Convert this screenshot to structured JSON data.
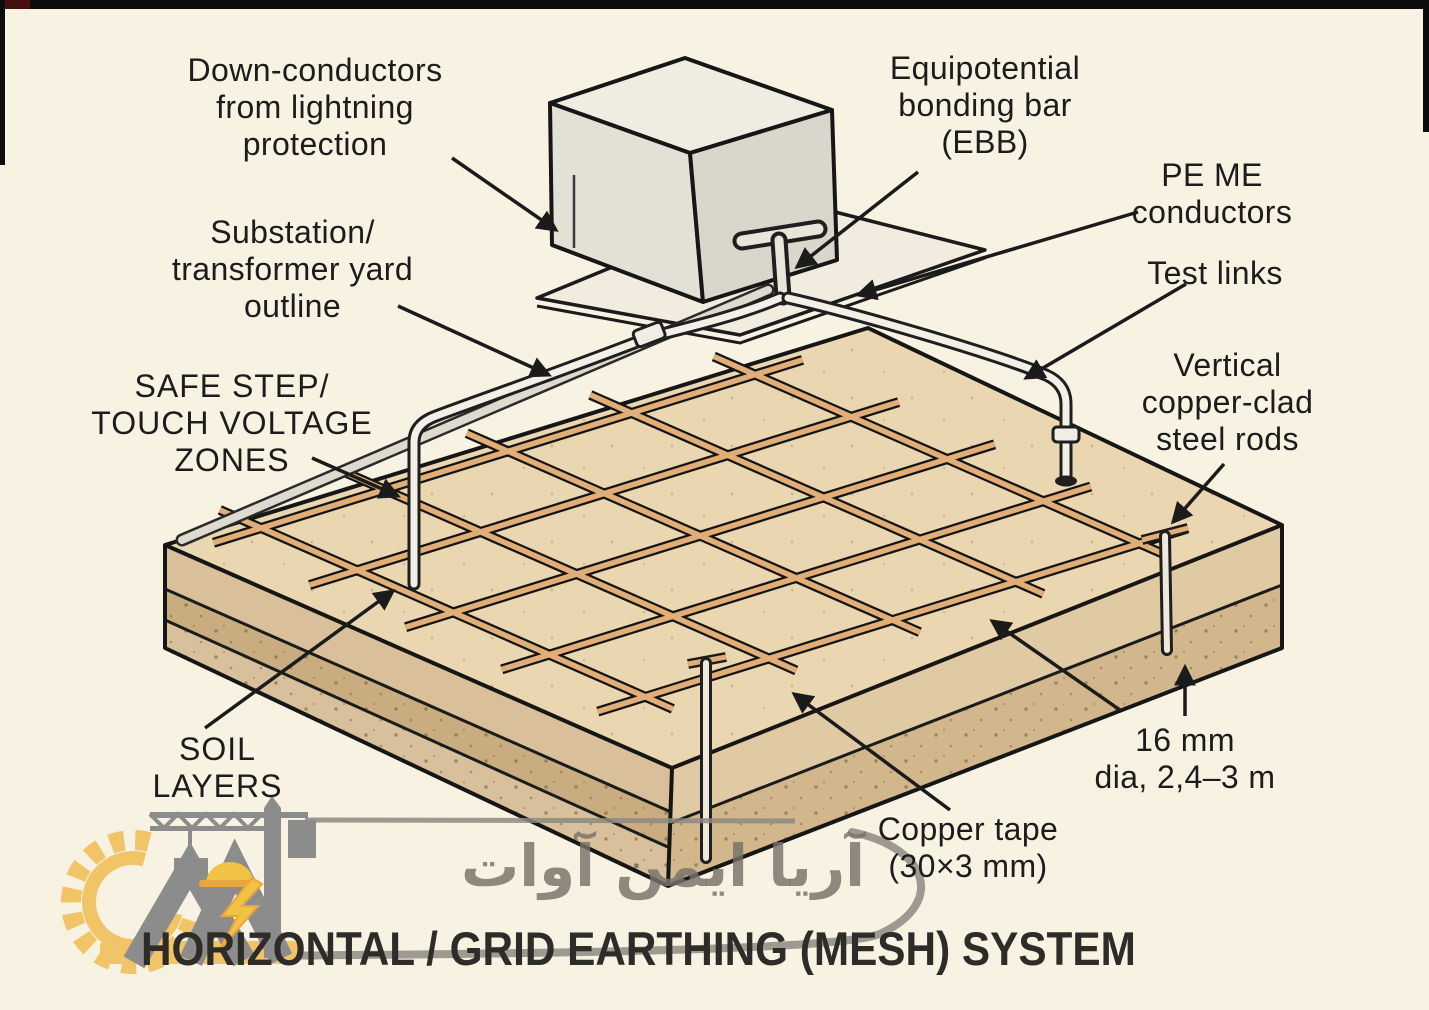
{
  "title": {
    "text": "HORIZONTAL / GRID EARTHING (MESH) SYSTEM"
  },
  "labels": {
    "down_conductors": "Down-conductors\nfrom lightning\nprotection",
    "substation_outline": "Substation/\ntransformer yard\noutline",
    "safe_step": "SAFE STEP/\nTOUCH VOLTAGE\nZONES",
    "soil_layers": "SOIL\nLAYERS",
    "equipotential": "Equipotential\nbonding bar\n(EBB)",
    "pe_me": "PE ME\nconductors",
    "test_links": "Test links",
    "vertical_rods": "Vertical\ncopper-clad\nsteel rods",
    "rod_dimensions": "16 mm\ndia, 2,4–3 m",
    "copper_tape": "Copper tape\n(30×3 mm)"
  },
  "watermark": {
    "brand_text": "آریا ایمن آوات"
  },
  "diagram_elements": [
    "substation building",
    "equipotential bonding bar",
    "yard pad",
    "buried copper tape mesh grid",
    "down-conductor tubes",
    "vertical copper-clad steel rods",
    "two-layer soil block"
  ],
  "colors": {
    "background": "#f8f2e2",
    "soil_top": "#ead7b2",
    "soil_band_light": "#dac19b",
    "soil_band_dark": "#c9ac80",
    "copper_tape": "#e2ae78",
    "conductor_white": "#f3f0e7",
    "outline_black": "#1b1b1b",
    "logo_yellow": "#f2c468",
    "watermark_gray": "#8e8a82",
    "title_color": "#2e2c29"
  }
}
